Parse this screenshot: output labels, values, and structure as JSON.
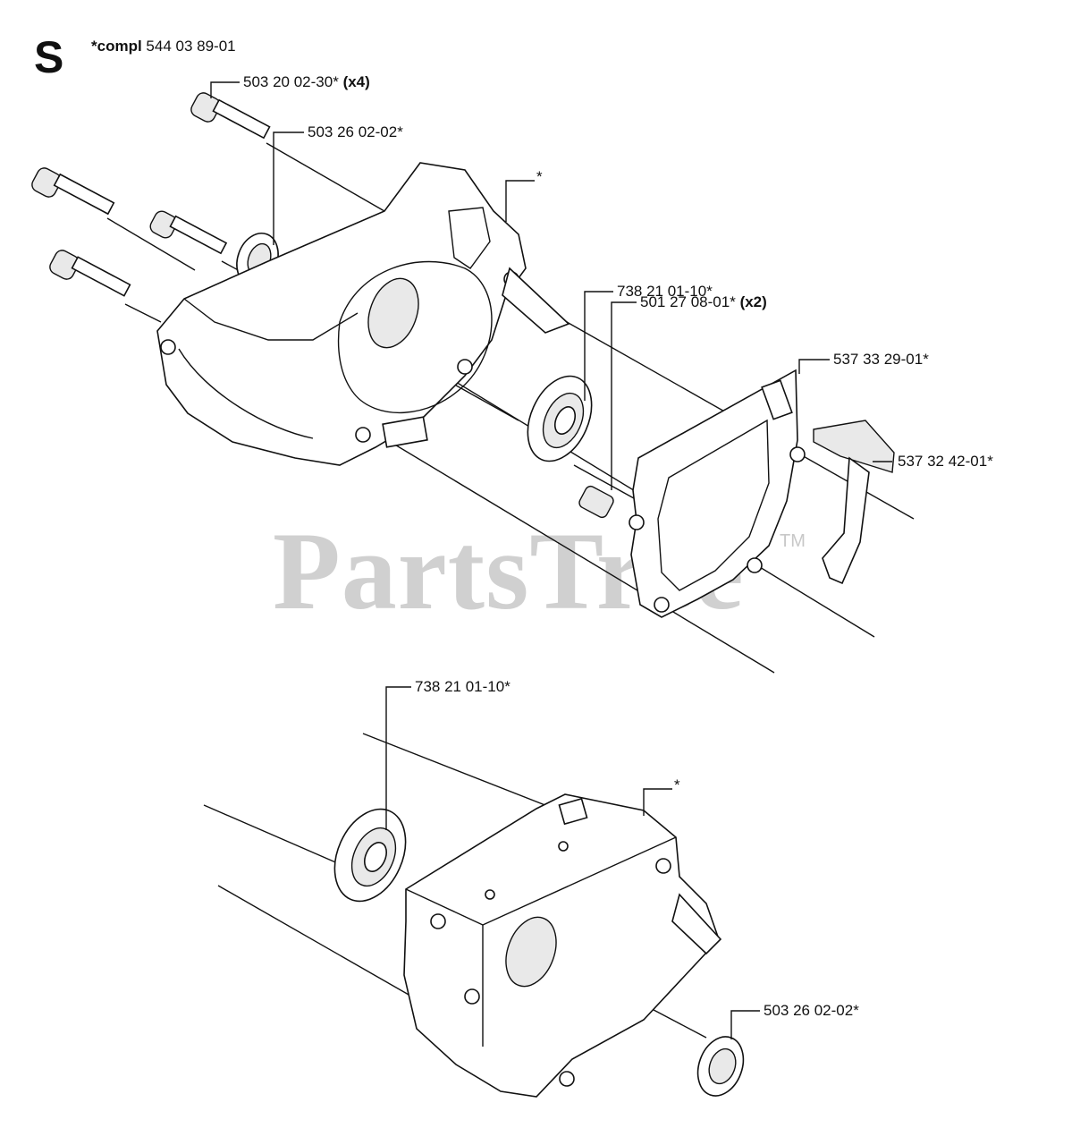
{
  "header": {
    "section_letter": "S",
    "compl_prefix": "*compl",
    "compl_number": "544 03 89-01"
  },
  "labels": {
    "bolts": {
      "number": "503 20 02-30*",
      "qty": "(x4)"
    },
    "seal_top": {
      "number": "503 26 02-02*"
    },
    "crankcase_top": {
      "number": "*"
    },
    "bearing_top": {
      "number": "738 21 01-10*"
    },
    "sleeves": {
      "number": "501 27 08-01*",
      "qty": "(x2)"
    },
    "gasket": {
      "number": "537 33 29-01*"
    },
    "clip": {
      "number": "537 32 42-01*"
    },
    "bearing_bottom": {
      "number": "738 21 01-10*"
    },
    "crankcase_bottom": {
      "number": "*"
    },
    "seal_bottom": {
      "number": "503 26 02-02*"
    }
  },
  "watermark": {
    "text": "PartsTree",
    "tm": "TM"
  }
}
